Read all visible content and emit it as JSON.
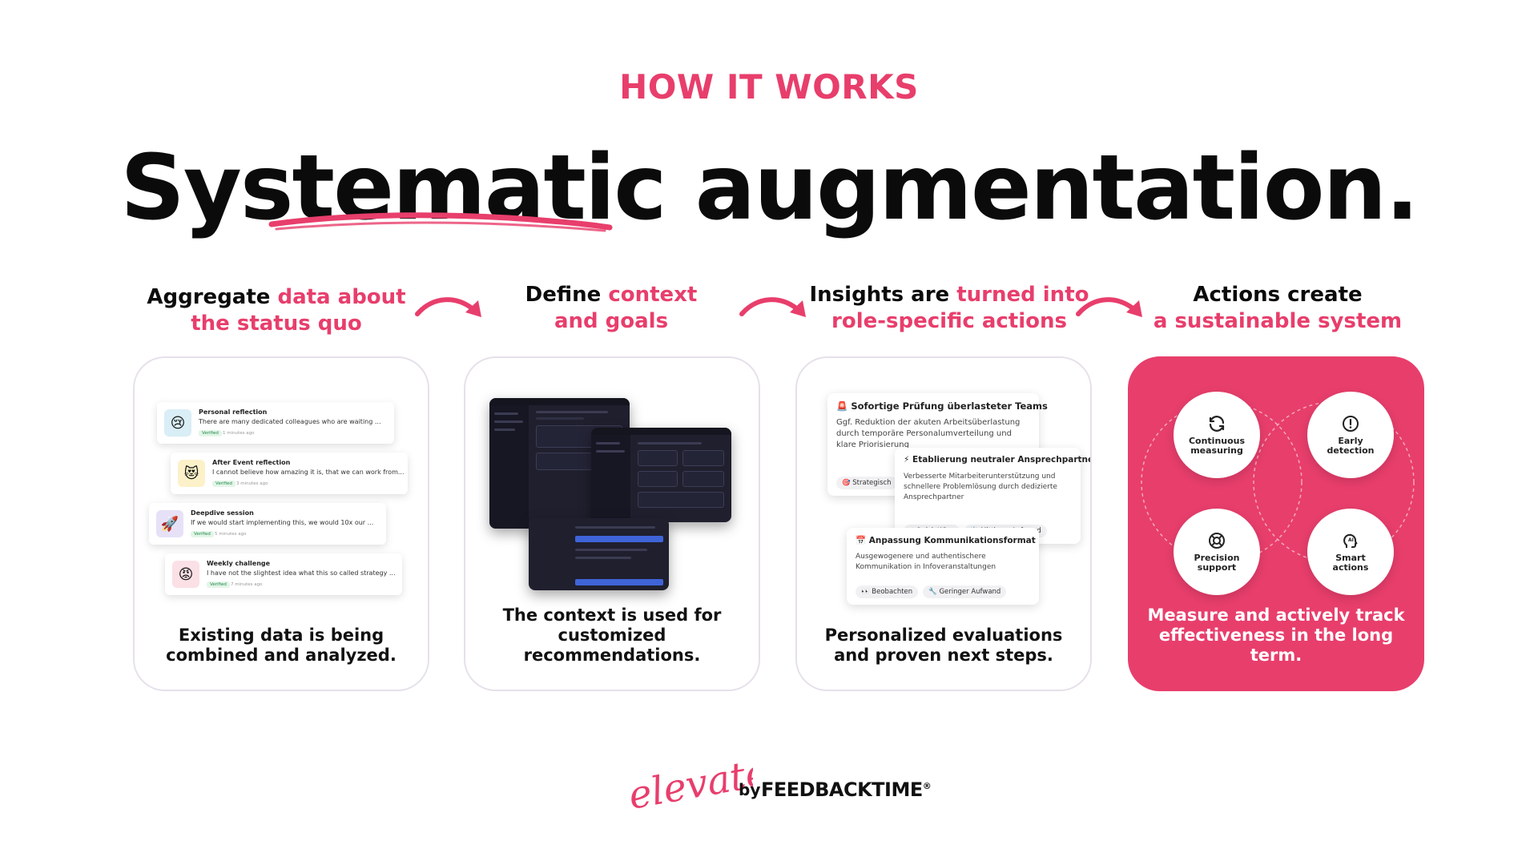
{
  "eyebrow": "HOW IT WORKS",
  "headline": "Systematic augmentation.",
  "colors": {
    "accent": "#e83e6c",
    "text": "#0b0b0b",
    "card_border": "#e6e0ea"
  },
  "steps": [
    {
      "title_plain": "Aggregate ",
      "title_accent_line1": "data about",
      "title_accent_line2": "the status quo",
      "caption": "Existing data is being combined and analyzed."
    },
    {
      "title_plain": "Define ",
      "title_accent_line1": "context",
      "title_accent_line2": "and goals",
      "caption": "The context is used for customized recommendations."
    },
    {
      "title_plain": "Insights are ",
      "title_accent_line1": "turned into",
      "title_accent_line2": "role-specific actions",
      "caption": "Personalized evaluations and proven next steps."
    },
    {
      "title_plain": "Actions create",
      "title_accent_line1": "",
      "title_accent_line2": "a sustainable system",
      "caption": "Measure and actively track effectiveness in the long term."
    }
  ],
  "feedback_items": [
    {
      "emoji": "😢",
      "bg": "#d9eef6",
      "title": "Personal reflection",
      "text": "There are many dedicated colleagues who are waiting ...",
      "badge": "Verified",
      "ago": "1 minutes ago"
    },
    {
      "emoji": "😻",
      "bg": "#fdf1c9",
      "title": "After Event reflection",
      "text": "I cannot believe how amazing it is, that we can work from...",
      "badge": "Verified",
      "ago": "3 minutes ago"
    },
    {
      "emoji": "🚀",
      "bg": "#e6e1f7",
      "title": "Deepdive session",
      "text": "If we would start implementing this, we would 10x our ...",
      "badge": "Verified",
      "ago": "5 minutes ago"
    },
    {
      "emoji": "😡",
      "bg": "#fbe0e6",
      "title": "Weekly challenge",
      "text": "I have not the slightest idea what this so called strategy ...",
      "badge": "Verified",
      "ago": "7 minutes ago"
    }
  ],
  "action_cards": [
    {
      "icon": "🚨",
      "title": "Sofortige Prüfung überlasteter Teams",
      "body": "Ggf. Reduktion der akuten Arbeitsüberlastung durch temporäre Personalumverteilung und klare Priorisierung",
      "tags": [
        "🎯 Strategisch"
      ]
    },
    {
      "icon": "⚡",
      "title": "Etablierung neutraler Ansprechpartner",
      "body": "Verbesserte Mitarbeiterunterstützung und schnellere Problemlösung durch dedizierte Ansprechpartner",
      "tags": [
        "⚡ Quick Wins",
        "⚖️ Mittlerer Aufwand"
      ]
    },
    {
      "icon": "📅",
      "title": "Anpassung Kommunikationsformat",
      "body": "Ausgewogenere und authentischere Kommunikation in Infoveranstaltungen",
      "tags": [
        "👀 Beobachten",
        "🔧 Geringer Aufwand"
      ]
    }
  ],
  "system_nodes": [
    {
      "icon": "refresh-icon",
      "label": "Continuous\nmeasuring"
    },
    {
      "icon": "alert-circle-icon",
      "label": "Early\ndetection"
    },
    {
      "icon": "lifebuoy-icon",
      "label": "Precision\nsupport"
    },
    {
      "icon": "ai-head-icon",
      "label": "Smart\nactions"
    }
  ],
  "logo": {
    "brand": "elevate",
    "by": "by",
    "company": "FEEDBACKTIME",
    "reg": "®"
  }
}
